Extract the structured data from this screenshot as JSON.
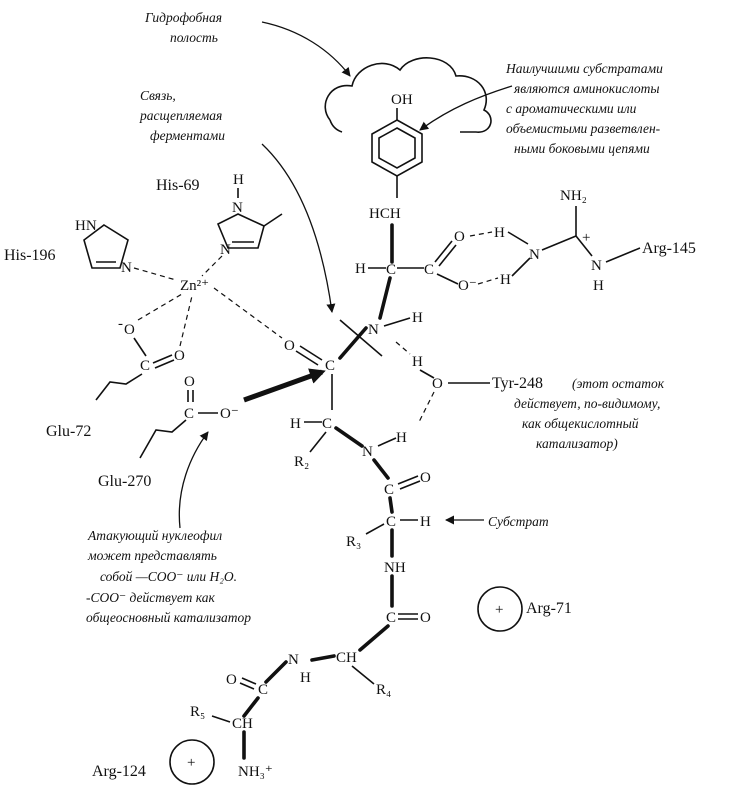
{
  "annotations": {
    "hydrophobic_pocket": [
      "Гидрофобная",
      "полость"
    ],
    "best_substrates": [
      "Наилучшими субстратами",
      "являются аминокислоты",
      "с ароматическими или",
      "объемистыми разветвлен-",
      "ными боковыми цепями"
    ],
    "cleaved_bond": [
      "Связь,",
      "расщепляемая",
      "ферментами"
    ],
    "tyr_note": [
      "(этот остаток",
      "действует, по-видимому,",
      "как общекислотный",
      "катализатор)"
    ],
    "substrate": "Субстрат",
    "nucleophile": [
      "Атакующий нуклеофил",
      "может представлять",
      "собой  —COO⁻ или H₂O.",
      "-COO⁻ действует как",
      "общеосновный катализатор"
    ]
  },
  "residues": {
    "his69": "His-69",
    "his196": "His-196",
    "glu72": "Glu-72",
    "glu270": "Glu-270",
    "arg145": "Arg-145",
    "tyr248": "Tyr-248",
    "arg71": "Arg-71",
    "arg124": "Arg-124"
  },
  "atoms": {
    "OH": "OH",
    "HCH": "HCH",
    "H": "H",
    "C": "C",
    "O": "O",
    "O_minus": "O⁻",
    "minus": "-",
    "N": "N",
    "NH": "NH",
    "HN": "HN",
    "NH2": "NH₂",
    "NH3": "NH₃⁺",
    "CH": "CH",
    "Zn": "Zn²⁺",
    "plus": "+",
    "R2": "R₂",
    "R3": "R₃",
    "R4": "R₄",
    "R5": "R₅"
  }
}
